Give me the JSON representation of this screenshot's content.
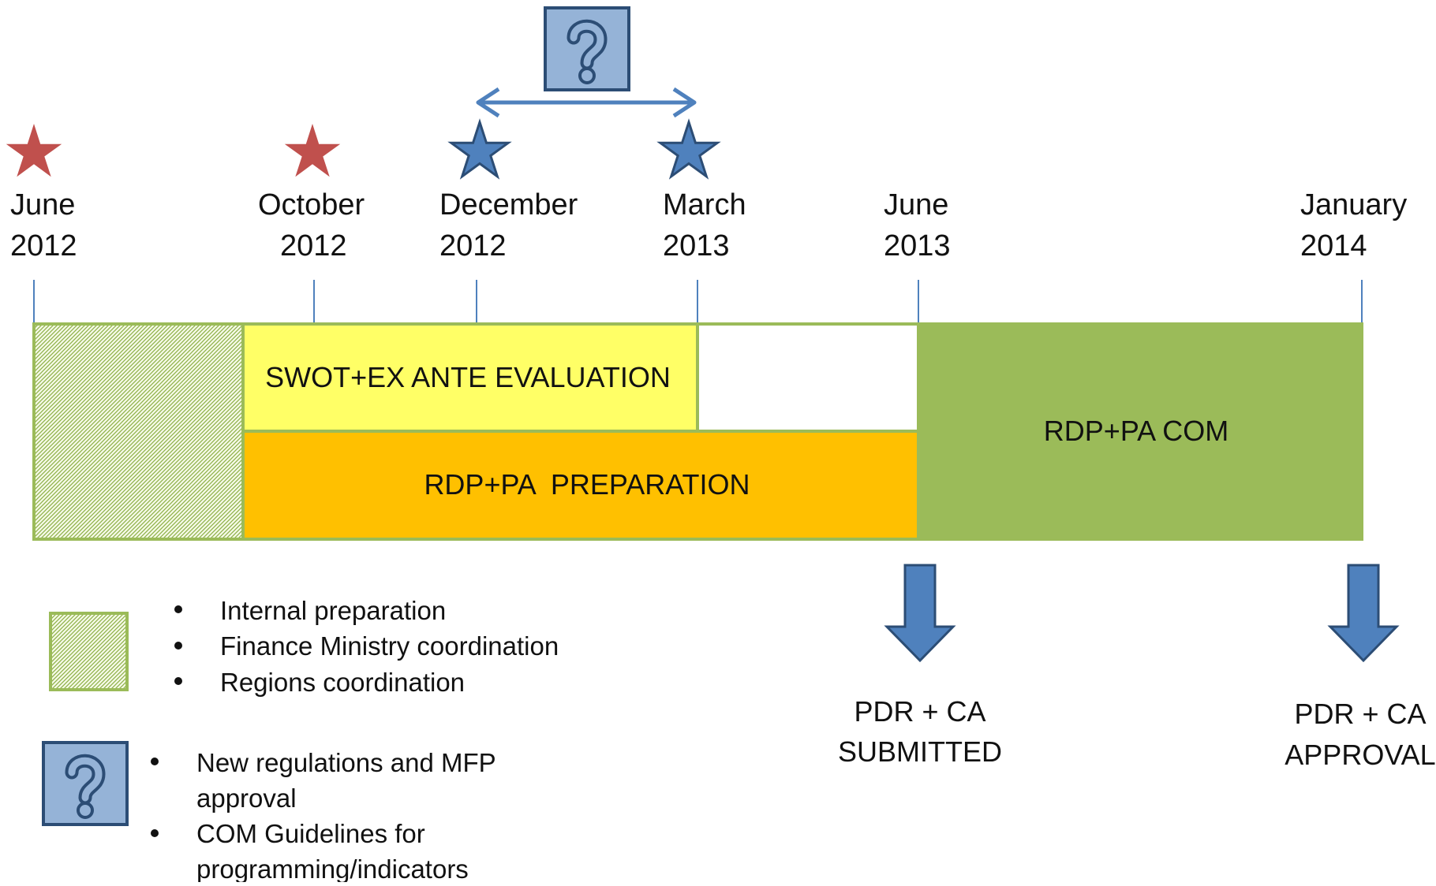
{
  "timeline": {
    "milestones": [
      {
        "id": "june-2012",
        "month": "June",
        "year": "2012",
        "star": "red"
      },
      {
        "id": "october-2012",
        "month": "October",
        "year": "2012",
        "star": "red"
      },
      {
        "id": "december-2012",
        "month": "December",
        "year": "2012",
        "star": "blue"
      },
      {
        "id": "march-2013",
        "month": "March",
        "year": "2013",
        "star": "blue"
      },
      {
        "id": "june-2013",
        "month": "June",
        "year": "2013",
        "star": ""
      },
      {
        "id": "january-2014",
        "month": "January",
        "year": "2014",
        "star": ""
      }
    ],
    "uncertainty_span": {
      "from": "December 2012",
      "to": "March 2013",
      "icon": "question-mark-icon"
    }
  },
  "phases": {
    "internal": {
      "label": "",
      "pattern": "hatched-green"
    },
    "swot": {
      "label": "SWOT+EX ANTE EVALUATION"
    },
    "preparation": {
      "label": "RDP+PA  PREPARATION"
    },
    "com": {
      "label": "RDP+PA COM"
    }
  },
  "outputs": [
    {
      "id": "submitted",
      "line1": "PDR + CA",
      "line2": "SUBMITTED"
    },
    {
      "id": "approval",
      "line1": "PDR + CA",
      "line2": "APPROVAL"
    }
  ],
  "legend": {
    "hatched": {
      "items": [
        "Internal preparation",
        "Finance Ministry coordination",
        "Regions coordination"
      ]
    },
    "question": {
      "items": [
        {
          "line1": "New regulations and MFP",
          "line2": "approval"
        },
        {
          "line1": "COM Guidelines for",
          "line2": "programming/indicators"
        }
      ]
    }
  },
  "colors": {
    "red_star": "#c0504d",
    "blue_star": "#4f81bd",
    "hatch_green": "#9bbb59",
    "swot_yellow": "#ffff66",
    "prep_orange": "#ffc000",
    "com_green": "#9bbb59",
    "question_box": "#95b3d7",
    "arrow_blue": "#4f81bd",
    "tick_blue": "#4f81bd"
  }
}
